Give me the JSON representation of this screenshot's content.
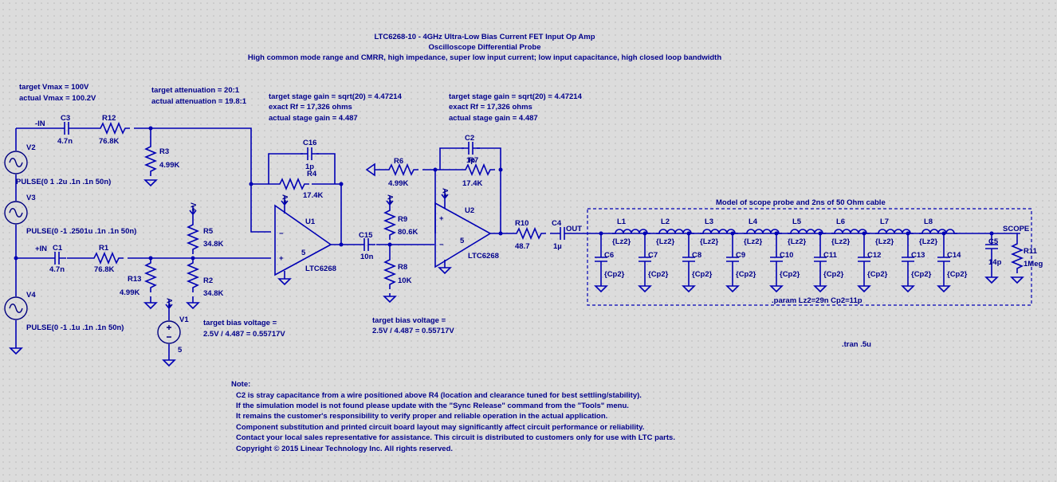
{
  "header": {
    "title": "LTC6268-10 - 4GHz Ultra-Low Bias Current FET Input Op Amp",
    "subtitle": "Oscilloscope Differential Probe",
    "description": "High common mode range and CMRR, high impedance, super low input current; low input capacitance, high closed loop bandwidth"
  },
  "annotations": {
    "vmax_target": "target Vmax = 100V",
    "vmax_actual": "actual Vmax = 100.2V",
    "atten_target": "target attenuation = 20:1",
    "atten_actual": "actual attenuation = 19.8:1",
    "stage1_gain_target": "target stage gain = sqrt(20) = 4.47214",
    "stage1_rf": "exact Rf = 17,326 ohms",
    "stage1_gain_actual": "actual stage gain = 4.487",
    "stage2_gain_target": "target stage gain = sqrt(20) = 4.47214",
    "stage2_rf": "exact Rf = 17,326 ohms",
    "stage2_gain_actual": "actual stage gain = 4.487",
    "bias1_a": "target bias voltage =",
    "bias1_b": "2.5V / 4.487 = 0.55717V",
    "bias2_a": "target bias voltage =",
    "bias2_b": "2.5V / 4.487 = 0.55717V",
    "cable_title": "Model of scope probe and 2ns of 50 Ohm cable",
    "param": ".param Lz2=29n Cp2=11p",
    "tran": ".tran .5u"
  },
  "nets": {
    "neg_in": "-IN",
    "pos_in": "+IN",
    "out": "OUT",
    "scope": "SCOPE"
  },
  "sources": {
    "v2": {
      "ref": "V2",
      "value": "PULSE(0 1 .2u .1n .1n 50n)"
    },
    "v3": {
      "ref": "V3",
      "value": "PULSE(0 -1 .2501u .1n .1n 50n)"
    },
    "v4": {
      "ref": "V4",
      "value": "PULSE(0 -1 .1u .1n .1n 50n)"
    },
    "v1": {
      "ref": "V1",
      "value": "5"
    }
  },
  "parts": {
    "c3": {
      "ref": "C3",
      "value": "4.7n"
    },
    "r12": {
      "ref": "R12",
      "value": "76.8K"
    },
    "r3": {
      "ref": "R3",
      "value": "4.99K"
    },
    "c1": {
      "ref": "C1",
      "value": "4.7n"
    },
    "r1": {
      "ref": "R1",
      "value": "76.8K"
    },
    "r13": {
      "ref": "R13",
      "value": "4.99K"
    },
    "r5": {
      "ref": "R5",
      "value": "34.8K"
    },
    "r2": {
      "ref": "R2",
      "value": "34.8K"
    },
    "c16": {
      "ref": "C16",
      "value": "1p"
    },
    "r4": {
      "ref": "R4",
      "value": "17.4K"
    },
    "u1": {
      "ref": "U1",
      "value": "LTC6268"
    },
    "c15": {
      "ref": "C15",
      "value": "10n"
    },
    "r6": {
      "ref": "R6",
      "value": "4.99K"
    },
    "r9": {
      "ref": "R9",
      "value": "80.6K"
    },
    "r8": {
      "ref": "R8",
      "value": "10K"
    },
    "c2": {
      "ref": "C2",
      "value": "1p"
    },
    "r7": {
      "ref": "R7",
      "value": "17.4K"
    },
    "u2": {
      "ref": "U2",
      "value": "LTC6268"
    },
    "r10": {
      "ref": "R10",
      "value": "48.7"
    },
    "c4": {
      "ref": "C4",
      "value": "1µ"
    },
    "c5": {
      "ref": "C5",
      "value": "14p"
    },
    "r11": {
      "ref": "R11",
      "value": "1Meg"
    }
  },
  "supply_label": "+V",
  "ladder": {
    "inductors": [
      {
        "ref": "L1",
        "value": "{Lz2}"
      },
      {
        "ref": "L2",
        "value": "{Lz2}"
      },
      {
        "ref": "L3",
        "value": "{Lz2}"
      },
      {
        "ref": "L4",
        "value": "{Lz2}"
      },
      {
        "ref": "L5",
        "value": "{Lz2}"
      },
      {
        "ref": "L6",
        "value": "{Lz2}"
      },
      {
        "ref": "L7",
        "value": "{Lz2}"
      },
      {
        "ref": "L8",
        "value": "{Lz2}"
      }
    ],
    "capacitors": [
      {
        "ref": "C6",
        "value": "{Cp2}"
      },
      {
        "ref": "C7",
        "value": "{Cp2}"
      },
      {
        "ref": "C8",
        "value": "{Cp2}"
      },
      {
        "ref": "C9",
        "value": "{Cp2}"
      },
      {
        "ref": "C10",
        "value": "{Cp2}"
      },
      {
        "ref": "C11",
        "value": "{Cp2}"
      },
      {
        "ref": "C12",
        "value": "{Cp2}"
      },
      {
        "ref": "C13",
        "value": "{Cp2}"
      },
      {
        "ref": "C14",
        "value": "{Cp2}"
      }
    ]
  },
  "note": {
    "heading": "Note:",
    "lines": [
      "C2 is stray capacitance from a wire positioned above R4 (location and clearance tuned for best settling/stability).",
      "If the simulation model is not found please update with the \"Sync Release\" command from the \"Tools\" menu.",
      "It remains the customer's responsibility to verify proper and reliable operation in the actual application.",
      "Component substitution and printed circuit board layout may significantly affect circuit performance or reliability.",
      "Contact your local sales representative for assistance. This circuit is distributed to customers only for use with LTC parts.",
      "Copyright © 2015 Linear Technology Inc. All rights reserved."
    ]
  }
}
